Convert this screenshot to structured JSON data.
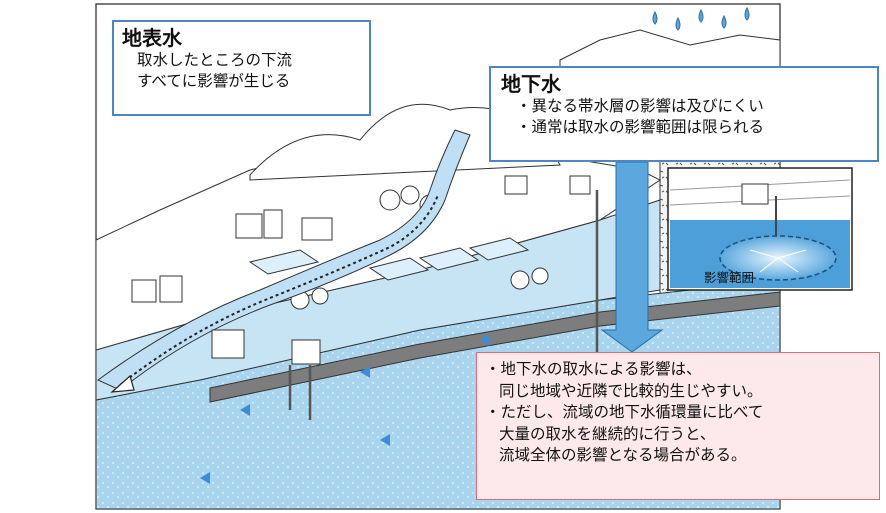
{
  "surface_water": {
    "title": "地表水",
    "lines": [
      "取水したところの下流",
      "すべてに影響が生じる"
    ]
  },
  "groundwater": {
    "title": "地下水",
    "lines": [
      "・異なる帯水層の影響は及びにくい",
      "・通常は取水の影響範囲は限られる"
    ]
  },
  "inset": {
    "label": "影響範囲"
  },
  "effects": {
    "lines": [
      "・地下水の取水による影響は、",
      "同じ地域や近隣で比較的生じやすい。",
      "・ただし、流域の地下水循環量に比べて",
      "大量の取水を継続的に行うと、",
      "流域全体の影響となる場合がある。"
    ]
  },
  "colors": {
    "box_border": "#4a86c8",
    "effect_box_fill": "#fde8ea",
    "effect_box_border": "#d86c78",
    "aquifer": "#a9d4ee",
    "river": "#bfe0f4",
    "flow_arrow": "#3c8dd6"
  }
}
